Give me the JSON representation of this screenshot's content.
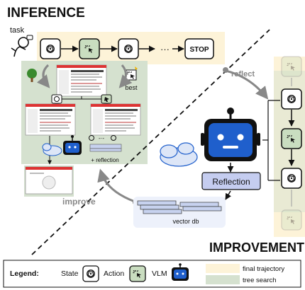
{
  "sections": {
    "inference_title": "INFERENCE",
    "improvement_title": "IMPROVEMENT"
  },
  "inference": {
    "task_label": "task",
    "stop_label": "STOP",
    "ellipsis": "···",
    "best_label": "best",
    "reflection_note": "+ reflection"
  },
  "flow": {
    "reflect_label": "reflect",
    "improve_label": "improve"
  },
  "improvement": {
    "reflection_box_label": "Reflection",
    "vector_db_label": "vector db"
  },
  "legend": {
    "title": "Legend:",
    "state_label": "State",
    "action_label": "Action",
    "vlm_label": "VLM",
    "final_trajectory_label": "final trajectory",
    "tree_search_label": "tree search"
  },
  "colors": {
    "final_trajectory": "#fdf3d8",
    "tree_search": "#d5e1cf",
    "action_fill": "#c9ddc0",
    "robot_blue": "#1f5fcc",
    "reflection_box": "#c5cdf0",
    "vector_db": "#c7d2ef"
  },
  "icons": [
    "openai-logo-icon",
    "pointer-click-icon",
    "robot-icon",
    "user-icon",
    "tree-icon",
    "trophy-icon"
  ]
}
